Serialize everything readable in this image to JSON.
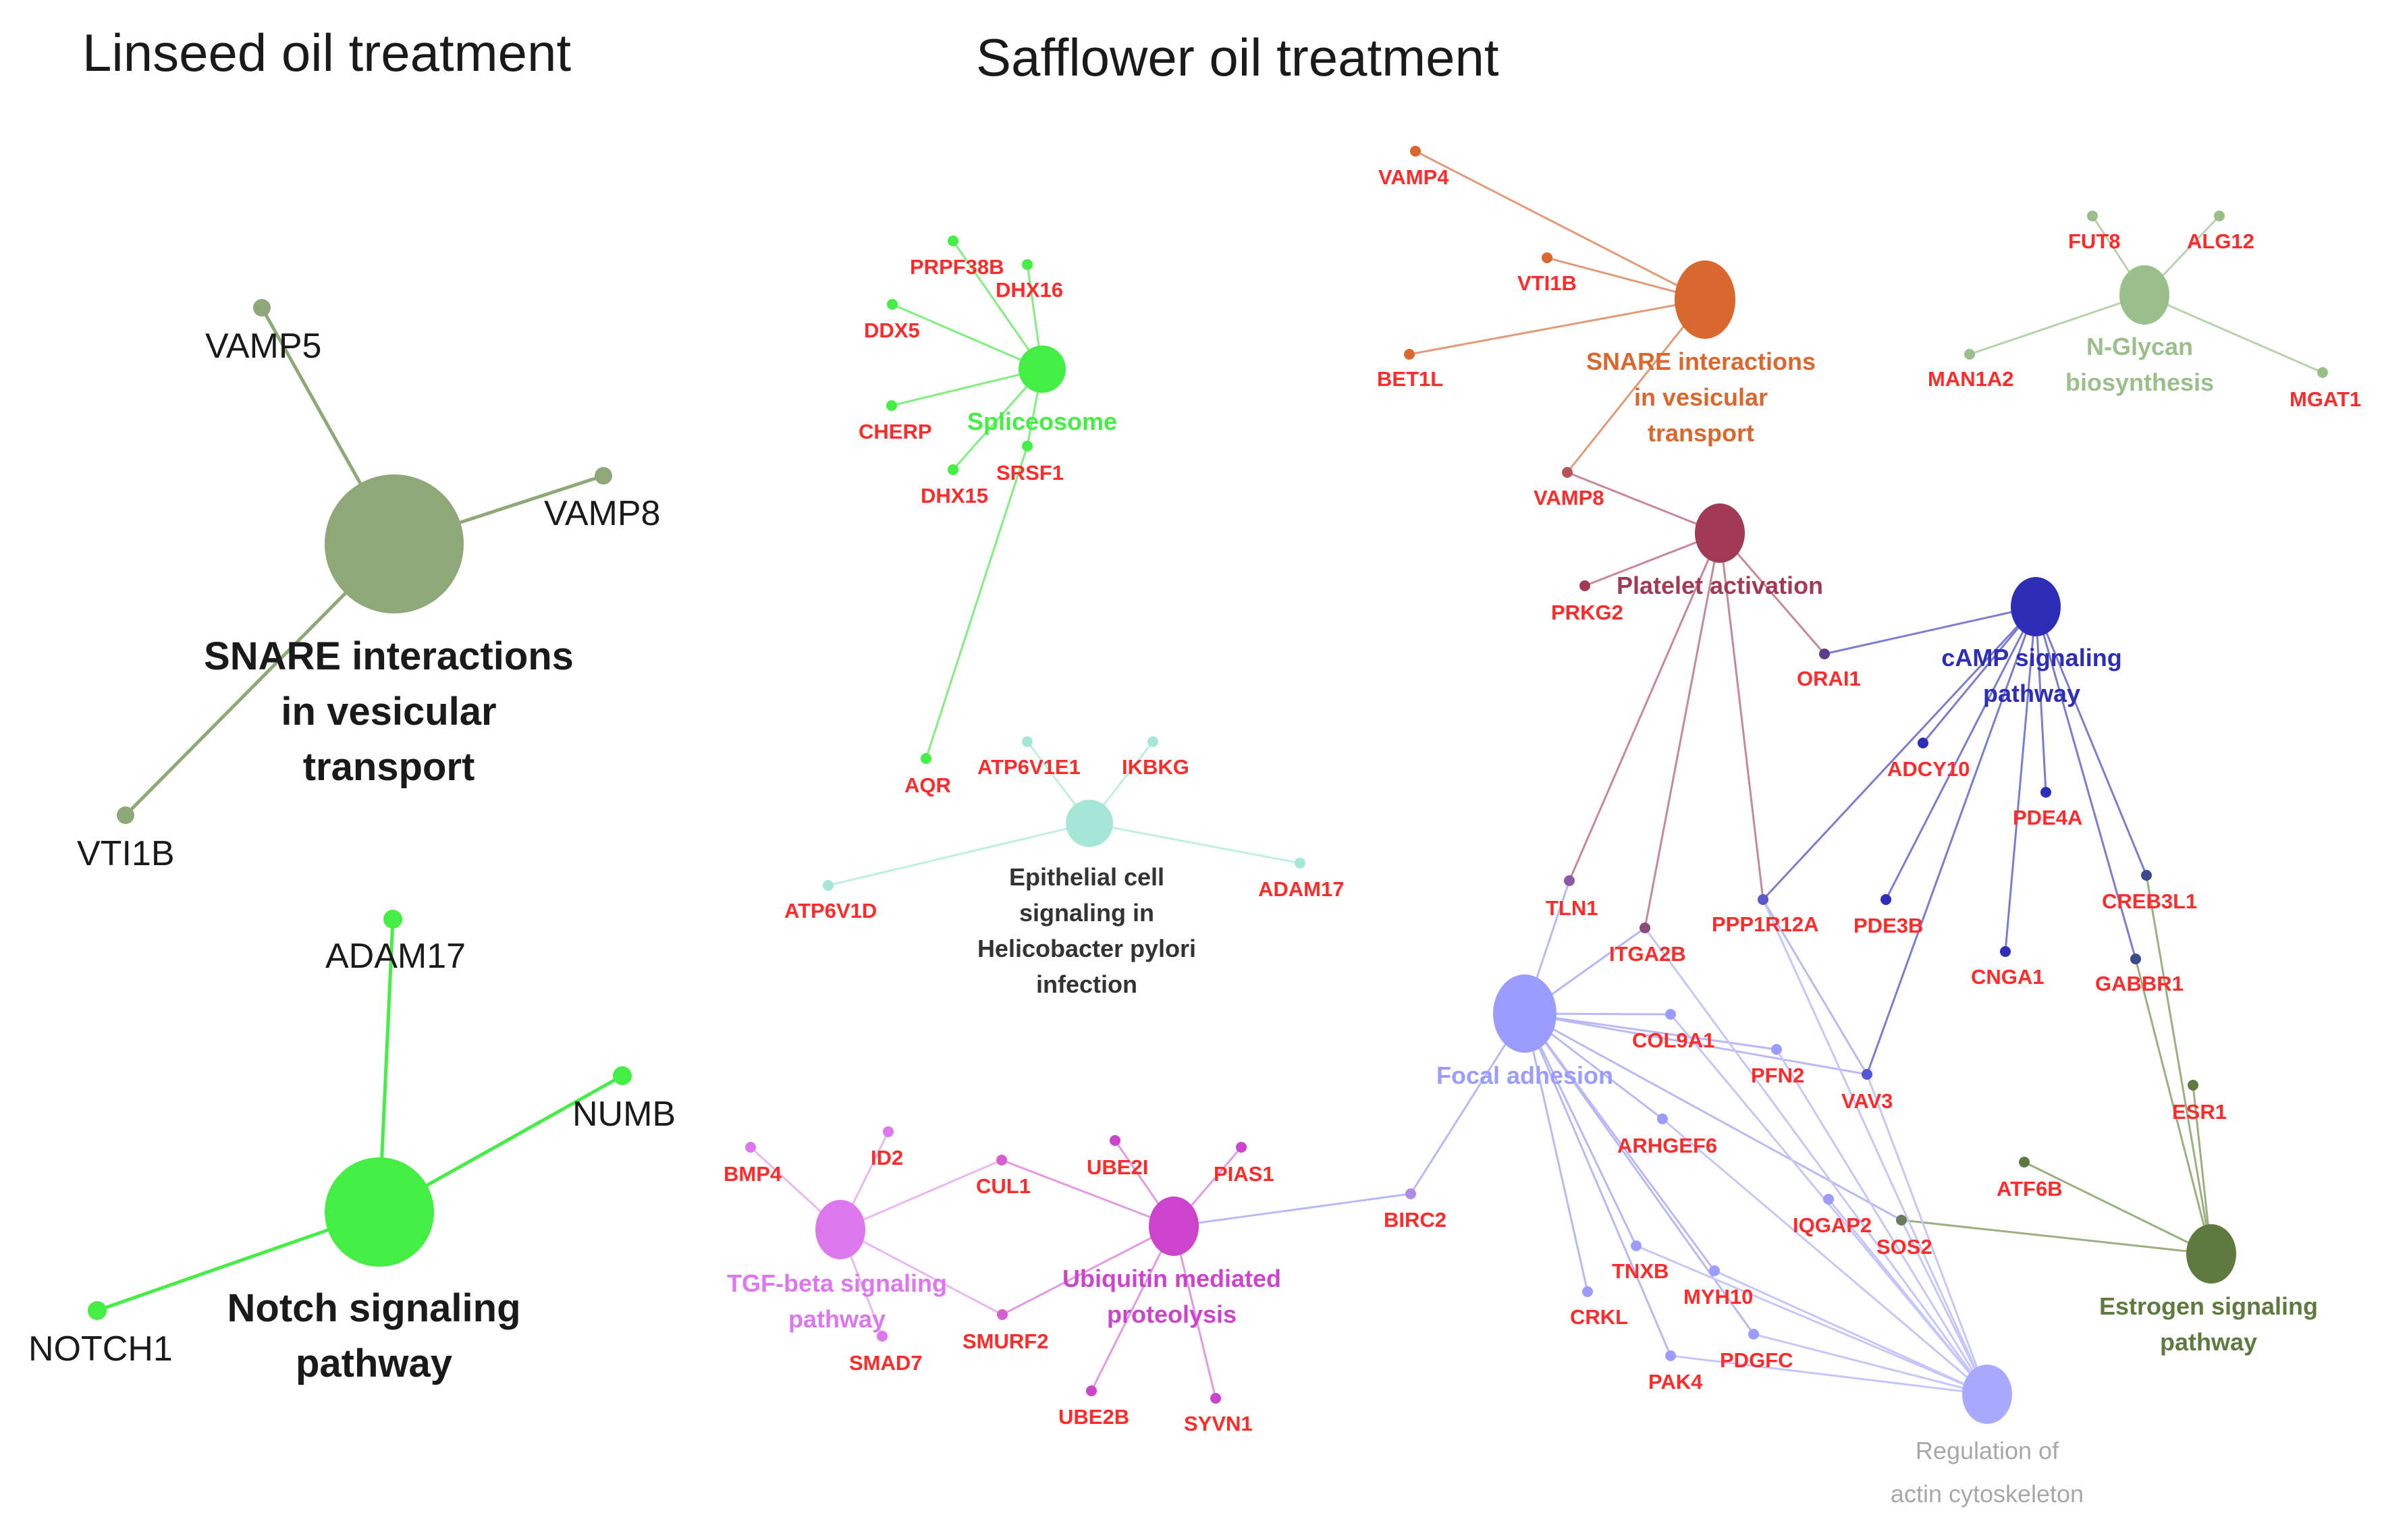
{
  "titles": {
    "linseed": "Linseed oil treatment",
    "safflower": "Safflower oil treatment"
  },
  "colors": {
    "snare_linseed": "#8fa878",
    "notch": "#44ee44",
    "spliceosome": "#44ee44",
    "helicobacter": "#a6e6d6",
    "snare_safflower": "#d9672e",
    "nglycan": "#9bbf8a",
    "platelet": "#a33a55",
    "camp": "#2d2db8",
    "focal": "#9c9cff",
    "tgf": "#dd77ee",
    "ubiquitin": "#cc44cc",
    "estrogen": "#5e7a3e",
    "actin": "#a9a9ff",
    "gene_label": "#ff2a2a"
  },
  "linseed": {
    "snare_label": [
      "SNARE interactions",
      "in vesicular",
      "transport"
    ],
    "snare_genes": [
      "VAMP5",
      "VAMP8",
      "VTI1B"
    ],
    "notch_label": [
      "Notch signaling",
      "pathway"
    ],
    "notch_genes": [
      "ADAM17",
      "NUMB",
      "NOTCH1"
    ]
  },
  "safflower": {
    "spliceosome": {
      "label": "Spliceosome",
      "genes": [
        "PRPF38B",
        "DHX16",
        "DDX5",
        "CHERP",
        "DHX15",
        "SRSF1",
        "AQR"
      ]
    },
    "helicobacter": {
      "label": [
        "Epithelial cell",
        "signaling in",
        "Helicobacter pylori",
        "infection"
      ],
      "genes": [
        "ATP6V1E1",
        "IKBKG",
        "ATP6V1D",
        "ADAM17"
      ]
    },
    "snare": {
      "label": [
        "SNARE interactions",
        "in vesicular",
        "transport"
      ],
      "genes": [
        "VAMP4",
        "VTI1B",
        "BET1L",
        "VAMP8"
      ]
    },
    "nglycan": {
      "label": [
        "N-Glycan",
        "biosynthesis"
      ],
      "genes": [
        "FUT8",
        "ALG12",
        "MAN1A2",
        "MGAT1"
      ]
    },
    "platelet": {
      "label": "Platelet activation",
      "genes": [
        "PRKG2",
        "ORAI1"
      ]
    },
    "camp": {
      "label": [
        "cAMP signaling",
        "pathway"
      ],
      "genes": [
        "ADCY10",
        "PDE4A",
        "PDE3B",
        "CREB3L1",
        "CNGA1",
        "GABBR1"
      ]
    },
    "focal": {
      "label": "Focal adhesion",
      "genes": [
        "TLN1",
        "ITGA2B",
        "PPP1R12A",
        "COL9A1",
        "PFN2",
        "VAV3",
        "ARHGEF6",
        "IQGAP2",
        "SOS2",
        "TNXB",
        "MYH10",
        "CRKL",
        "PDGFC",
        "PAK4",
        "BIRC2"
      ]
    },
    "estrogen": {
      "label": [
        "Estrogen signaling",
        "pathway"
      ],
      "genes": [
        "ESR1",
        "ATF6B"
      ]
    },
    "actin": {
      "label": [
        "Regulation of",
        "actin cytoskeleton"
      ]
    },
    "tgf": {
      "label": [
        "TGF-beta signaling",
        "pathway"
      ],
      "genes": [
        "BMP4",
        "ID2",
        "SMAD7"
      ]
    },
    "ubiquitin": {
      "label": [
        "Ubiquitin mediated",
        "proteolysis"
      ],
      "genes": [
        "CUL1",
        "UBE2I",
        "PIAS1",
        "SMURF2",
        "UBE2B",
        "SYVN1"
      ]
    }
  }
}
